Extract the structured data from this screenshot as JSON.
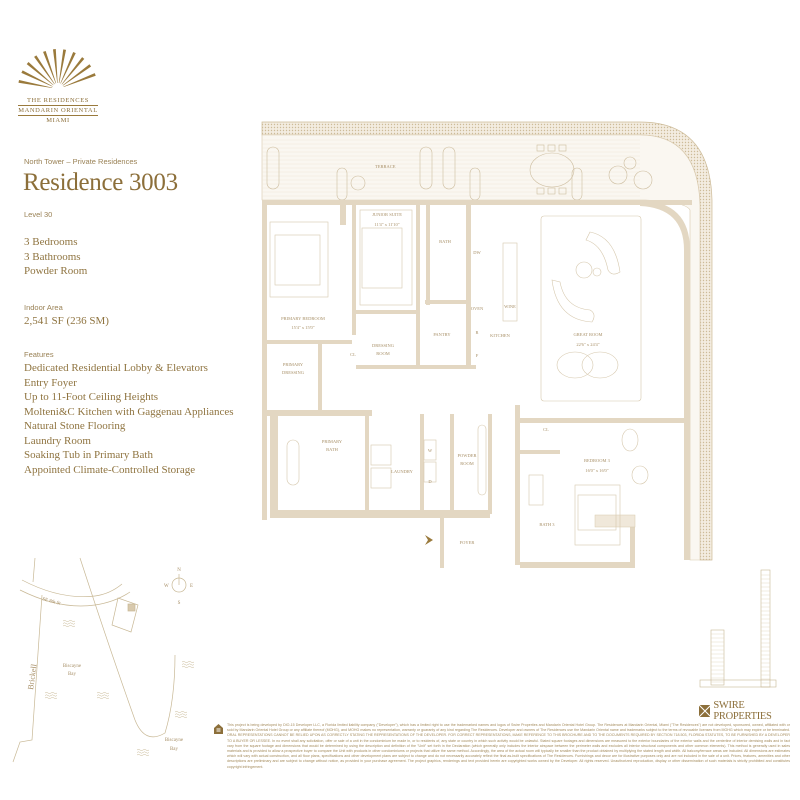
{
  "brand": {
    "logo_lines": [
      "THE RESIDENCES",
      "MANDARIN ORIENTAL",
      "MIAMI"
    ],
    "accent_color": "#8c6f3a",
    "wall_color": "#e3d7c2"
  },
  "residence": {
    "subtitle": "North Tower – Private Residences",
    "title": "Residence 3003",
    "level": "Level 30",
    "rooms": [
      "3 Bedrooms",
      "3 Bathrooms",
      "Powder Room"
    ],
    "area_label": "Indoor Area",
    "area_value": "2,541 SF (236 SM)",
    "features_label": "Features",
    "features": [
      "Dedicated Residential Lobby & Elevators",
      "Entry Foyer",
      "Up to 11-Foot Ceiling Heights",
      "Molteni&C Kitchen with Gaggenau Appliances",
      "Natural Stone Flooring",
      "Laundry Room",
      "Soaking Tub in Primary Bath",
      "Appointed Climate-Controlled Storage"
    ]
  },
  "plan": {
    "terrace": "TERRACE",
    "junior_suite": "JUNIOR SUITE",
    "junior_suite_dim": "11'4\" x 11'10\"",
    "bath": "BATH",
    "dw": "DW",
    "oven": "OVEN",
    "r": "R",
    "f": "F",
    "wine": "WINE",
    "kitchen": "KITCHEN",
    "pantry": "PANTRY",
    "great_room": "GREAT ROOM",
    "great_room_dim": "22'6\" x 24'4\"",
    "primary_bedroom": "PRIMARY BEDROOM",
    "primary_bedroom_dim": "15'4\" x 15'0\"",
    "primary_dressing_1": "PRIMARY",
    "primary_dressing_2": "DRESSING",
    "dressing_room_1": "DRESSING",
    "dressing_room_2": "ROOM",
    "cl": "CL",
    "primary_bath_1": "PRIMARY",
    "primary_bath_2": "BATH",
    "laundry": "LAUNDRY",
    "w": "W",
    "d": "D",
    "powder_room_1": "POWDER",
    "powder_room_2": "ROOM",
    "cl2": "CL",
    "bedroom3": "BEDROOM 3",
    "bedroom3_dim": "16'0\" x 16'0\"",
    "bath3": "BATH 3",
    "foyer": "FOYER"
  },
  "map": {
    "street": "SE 8th St",
    "avenue": "Brickell",
    "bay1_line1": "Biscayne",
    "bay1_line2": "Bay",
    "bay2_line1": "Biscayne",
    "bay2_line2": "Bay",
    "compass": {
      "n": "N",
      "e": "E",
      "s": "S",
      "w": "W"
    }
  },
  "footer": {
    "developer_logo": "SWIRE PROPERTIES",
    "equal_housing_icon": "equal-housing-opportunity-icon",
    "disclaimer": "This project is being developed by DIO-15 Developer LLC, a Florida limited liability company (\"Developer\"), which has a limited right to use the trademarked names and logos of Swire Properties and Mandarin Oriental Hotel Group. The Residences at Mandarin Oriental, Miami (\"The Residences\") are not developed, sponsored, owned, affiliated with or sold by Mandarin Oriental Hotel Group or any affiliate thereof (MOHG), and MOHG makes no representation, warranty or guaranty of any kind regarding The Residences. Developer and owners of The Residences use the Mandarin Oriental name and trademarks subject to the terms of revocable licenses from MOHG which may expire or be terminated. ORAL REPRESENTATIONS CANNOT BE RELIED UPON AS CORRECTLY STATING THE REPRESENTATIONS OF THE DEVELOPER. FOR CORRECT REPRESENTATIONS, MAKE REFERENCE TO THIS BROCHURE AND TO THE DOCUMENTS REQUIRED BY SECTION 718.503, FLORIDA STATUTES, TO BE FURNISHED BY A DEVELOPER TO A BUYER OR LESSEE. In no event shall any solicitation, offer or sale of a unit in the condominium be made in, or to residents of, any state or country in which such activity would be unlawful. Stated square footages and dimensions are measured to the exterior boundaries of the exterior walls and the centerline of interior demising walls and in fact vary from the square footage and dimensions that would be determined by using the description and definition of the \"Unit\" set forth in the Declaration (which generally only includes the interior airspace between the perimeter walls and excludes all interior structural components and other common elements). This method is generally used in sales materials and is provided to allow a prospective buyer to compare the Unit with products in other condominiums or projects that utilize the same method. Accordingly, the area of the actual room will typically be smaller than the product obtained by multiplying the stated length and width. All balcony/terrace areas are included. All dimensions are estimates which will vary with actual construction, and all floor plans, specifications and other development plans are subject to change and do not necessarily accurately reflect the final as-built specifications of The Residences. Furnishings and decor are for illustrative purposes only and are not included in the sale of a unit. Prices, features, amenities and other descriptions are preliminary and are subject to change without notice, as provided in your purchase agreement. The project graphics, renderings and text provided herein are copyrighted works owned by the Developer. All rights reserved. Unauthorized reproduction, display or other dissemination of such materials is strictly prohibited and constitutes copyright infringement."
  }
}
